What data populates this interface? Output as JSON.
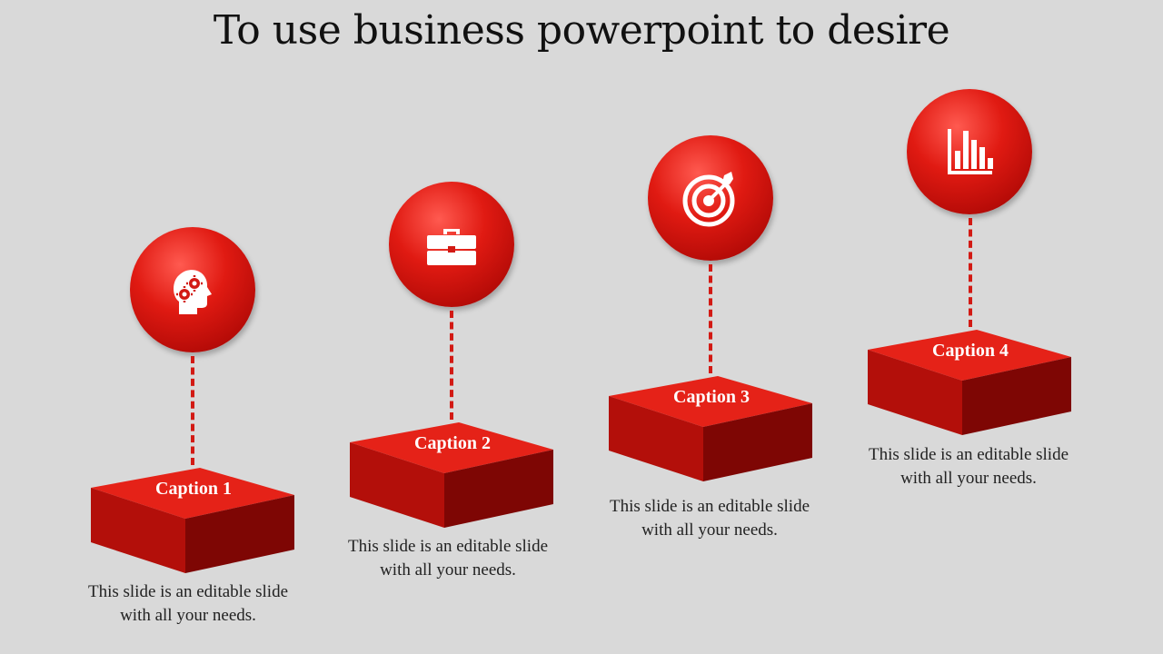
{
  "slide": {
    "title": "To use business powerpoint to desire",
    "accent_color": "#d21a14",
    "steps": [
      {
        "caption": "Caption 1",
        "icon": "head-gears-icon",
        "description": "This slide is an editable slide with all your needs."
      },
      {
        "caption": "Caption 2",
        "icon": "briefcase-icon",
        "description": "This slide is an editable slide with all your needs."
      },
      {
        "caption": "Caption 3",
        "icon": "target-icon",
        "description": "This slide is an editable slide with all your needs."
      },
      {
        "caption": "Caption 4",
        "icon": "bar-chart-icon",
        "description": "This slide is an editable slide with all your needs."
      }
    ]
  }
}
